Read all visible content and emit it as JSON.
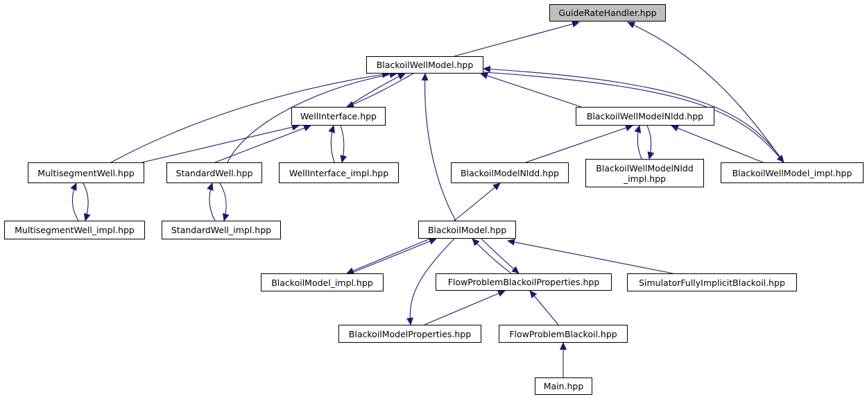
{
  "colors": {
    "edge": "#191970",
    "root_fill": "#bfbfbf",
    "node_fill": "#ffffff",
    "node_border": "#000000"
  },
  "nodes": {
    "guide": {
      "label": "GuideRateHandler.hpp"
    },
    "bwm": {
      "label": "BlackoilWellModel.hpp"
    },
    "wi": {
      "label": "WellInterface.hpp"
    },
    "bwmnldd": {
      "label": "BlackoilWellModelNldd.hpp"
    },
    "msw": {
      "label": "MultisegmentWell.hpp"
    },
    "sw": {
      "label": "StandardWell.hpp"
    },
    "wiimpl": {
      "label": "WellInterface_impl.hpp"
    },
    "bmnldd": {
      "label": "BlackoilModelNldd.hpp"
    },
    "bwmnlddimpl": {
      "label1": "BlackoilWellModelNldd",
      "label2": "_impl.hpp"
    },
    "bwmimpl": {
      "label": "BlackoilWellModel_impl.hpp"
    },
    "mswimpl": {
      "label": "MultisegmentWell_impl.hpp"
    },
    "swimpl": {
      "label": "StandardWell_impl.hpp"
    },
    "bm": {
      "label": "BlackoilModel.hpp"
    },
    "bmimpl": {
      "label": "BlackoilModel_impl.hpp"
    },
    "fpbp": {
      "label": "FlowProblemBlackoilProperties.hpp"
    },
    "sfib": {
      "label": "SimulatorFullyImplicitBlackoil.hpp"
    },
    "bmp": {
      "label": "BlackoilModelProperties.hpp"
    },
    "fpb": {
      "label": "FlowProblemBlackoil.hpp"
    },
    "main": {
      "label": "Main.hpp"
    }
  }
}
